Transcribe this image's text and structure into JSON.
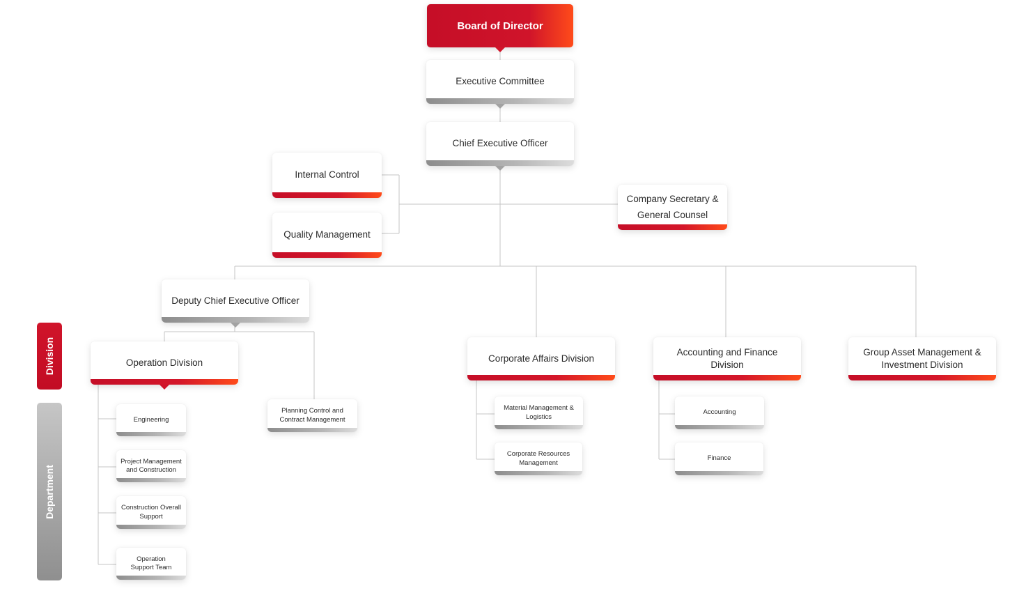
{
  "title": "",
  "nodes": {
    "board": "Board of Director",
    "exec_committee": "Executive Committee",
    "ceo": "Chief Executive Officer",
    "internal_control": "Internal Control",
    "quality_management": "Quality Management",
    "company_secretary": "Company Secretary & General Counsel",
    "deputy_ceo": "Deputy Chief Executive Officer",
    "operation_division": "Operation Division",
    "corporate_affairs": "Corporate Affairs Division",
    "accounting_finance": "Accounting and Finance Division",
    "group_asset": "Group Asset Management & Investment Division",
    "engineering": "Engineering",
    "project_management": "Project Management and Construction",
    "construction_support": "Construction Overall Support",
    "operation_support": "Operation Support Team",
    "planning_control": "Planning Control and Contract Management",
    "material_management": "Material Management & Logistics",
    "corporate_resources": "Corporate Resources Management",
    "accounting": "Accounting",
    "finance": "Finance"
  },
  "legend": {
    "division": "Division",
    "department": "Department"
  },
  "colors": {
    "accent_red": "#c50e27",
    "accent_orange": "#ff4b1a",
    "bar_grey": "#a0a0a0",
    "connector": "#c4c4c4"
  }
}
